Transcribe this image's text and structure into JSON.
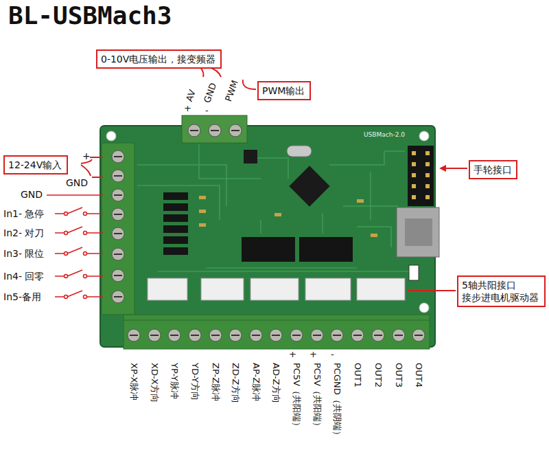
{
  "diagram": {
    "title": "BL-USBMach3",
    "nodes": [
      {
        "text": [
          "0-10V电压输出，接变频器"
        ]
      },
      {
        "text": [
          "PWM输出"
        ]
      },
      {
        "text": [
          "12-24V输入"
        ]
      },
      {
        "text": [
          "手轮接口"
        ]
      },
      {
        "text": [
          "5轴共阳接口 接步进电机驱动器"
        ]
      }
    ],
    "labels": [
      "AV",
      "GND",
      "PWM",
      "+",
      "-",
      "+",
      "GND",
      "GND",
      "In1- 急停",
      "In2- 对刀",
      "In3- 限位",
      "In4- 回零",
      "In5-备用",
      "USBMach-2.0",
      "XP-X脉冲",
      "XD-X方向",
      "YP-Y脉冲",
      "YD-Y方向",
      "ZP-Z脉冲",
      "ZD-Z方向",
      "AP-Z脉冲",
      "AD-Z方向",
      "PC5V（共阳端）",
      "PC5V（共阳端）",
      "PCGND（共阴端）",
      "OUT1",
      "OUT2",
      "OUT3",
      "OUT4",
      "+",
      "+",
      "-"
    ]
  }
}
